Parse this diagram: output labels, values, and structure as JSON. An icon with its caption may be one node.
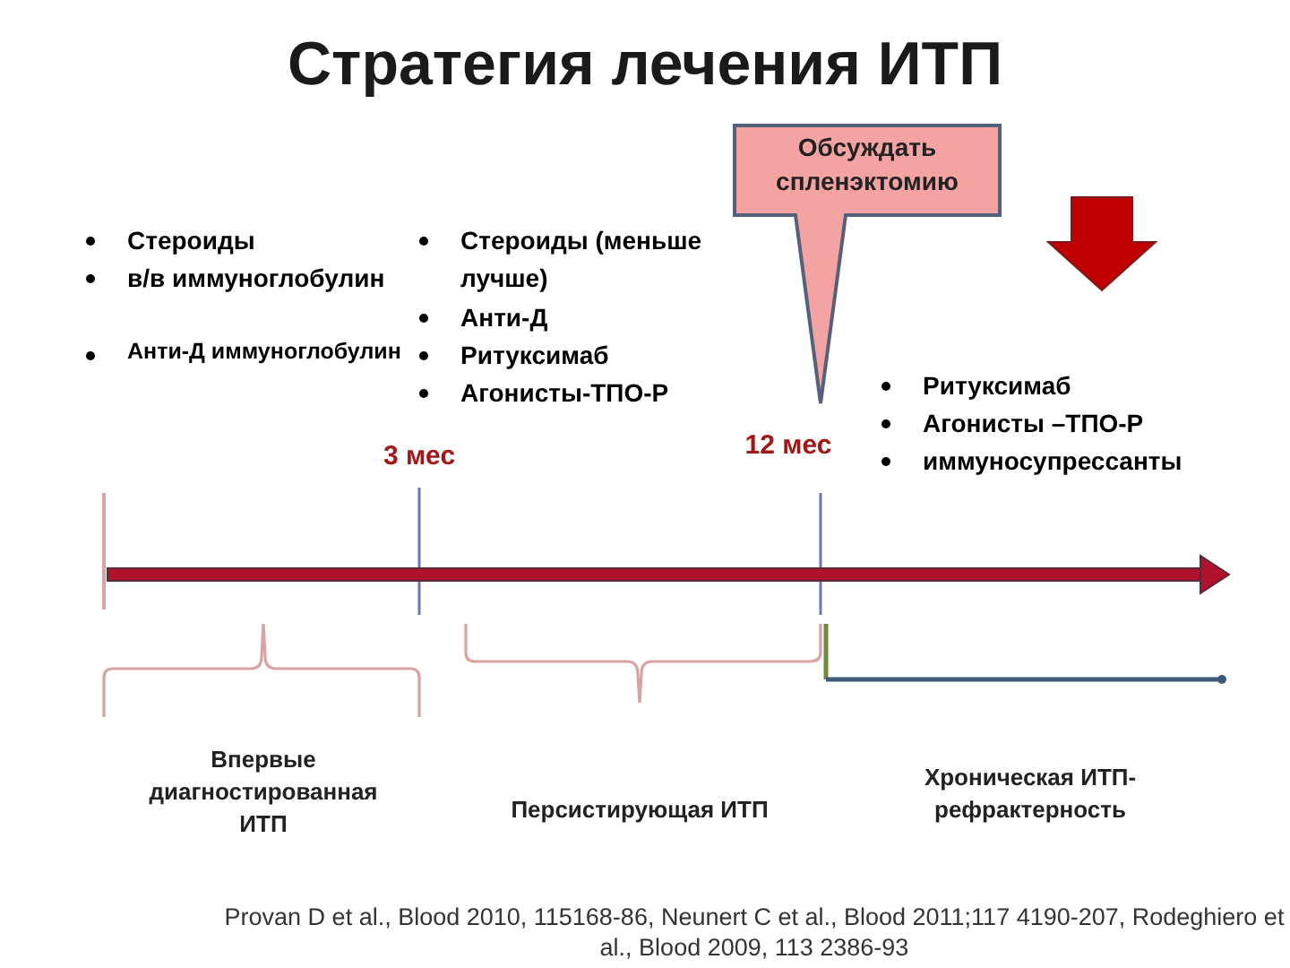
{
  "diagram": {
    "title": "Стратегия лечения ИТП",
    "nodes": [
      {
        "text": [
          "Обсуждать спленэктомию"
        ]
      }
    ],
    "labels": [
      "Стероиды",
      "в/в иммуноглобулин",
      "Анти-Д иммуноглобулин",
      "Стероиды (меньше лучше)",
      "Анти-Д",
      "Ритуксимаб",
      "Агонисты-ТПО-Р",
      "3 мес",
      "12 мес",
      "Ритуксимаб",
      "Агонисты –ТПО-Р",
      "иммуносупрессанты",
      "Впервые диагностированная ИТП",
      "Персистирующая ИТП",
      "Хроническая ИТП- рефрактерность"
    ],
    "caption": "Provan D et al., Blood 2010, 115168-86, Neunert C et al., Blood 2011;117 4190-207, Rodeghiero et al., Blood 2009, 113 2386-93"
  }
}
